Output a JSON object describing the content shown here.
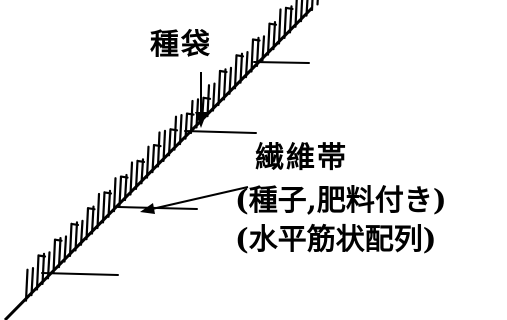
{
  "labels": {
    "seed_bag": "種袋",
    "fiber_band": "繊維帯",
    "note_line1": "(種子,肥料付き)",
    "note_line2": "(水平筋状配列)"
  },
  "colors": {
    "ink": "#000000",
    "background": "#ffffff"
  }
}
